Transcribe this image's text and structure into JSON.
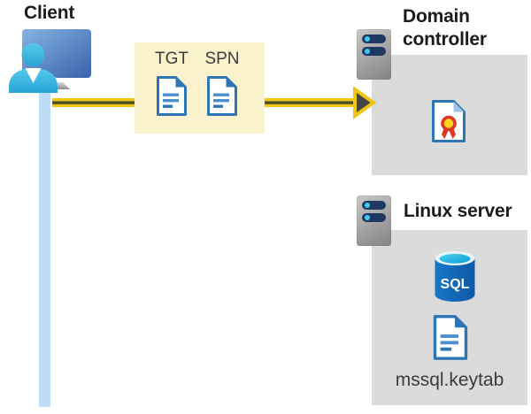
{
  "diagram": {
    "client": {
      "label": "Client"
    },
    "tokens": {
      "tgt": "TGT",
      "spn": "SPN"
    },
    "domain_controller": {
      "label": "Domain controller"
    },
    "linux_server": {
      "label": "Linux server",
      "sql_badge": "SQL",
      "keytab_label": "mssql.keytab"
    }
  },
  "icons": {
    "client": "monitor-with-user-icon",
    "tickets": "document-icon",
    "servers": "server-tower-icon",
    "domain_controller_item": "certificate-icon",
    "database": "sql-database-icon",
    "keytab": "document-icon",
    "flow": "right-arrow-icon"
  },
  "colors": {
    "heading_text": "#1c1c1c",
    "label_text": "#3c3c3c",
    "ticket_box_bg": "#faf2cc",
    "server_box_bg": "#dbdbdb",
    "arrow_gold": "#f0c514",
    "arrow_core": "#4c4b2a",
    "arrowhead_fill": "#454545",
    "doc_blue": "#2e75b6",
    "doc_line_blue": "#4c8fd0",
    "cert_fold_blue": "#9cc2e5",
    "cert_red": "#dd3827",
    "cert_gold": "#ffd41c",
    "sql_body_blue": "#1064b0",
    "sql_top_cyan": "#35c4e9",
    "server_bar_navy": "#1f3864",
    "server_dot_cyan": "#41c8ec",
    "monitor_blue_light": "#84b3e2",
    "monitor_blue_dark": "#3963ac",
    "person_cyan": "#3fc0e4",
    "connection_line_blue": "#bfdcf6"
  }
}
